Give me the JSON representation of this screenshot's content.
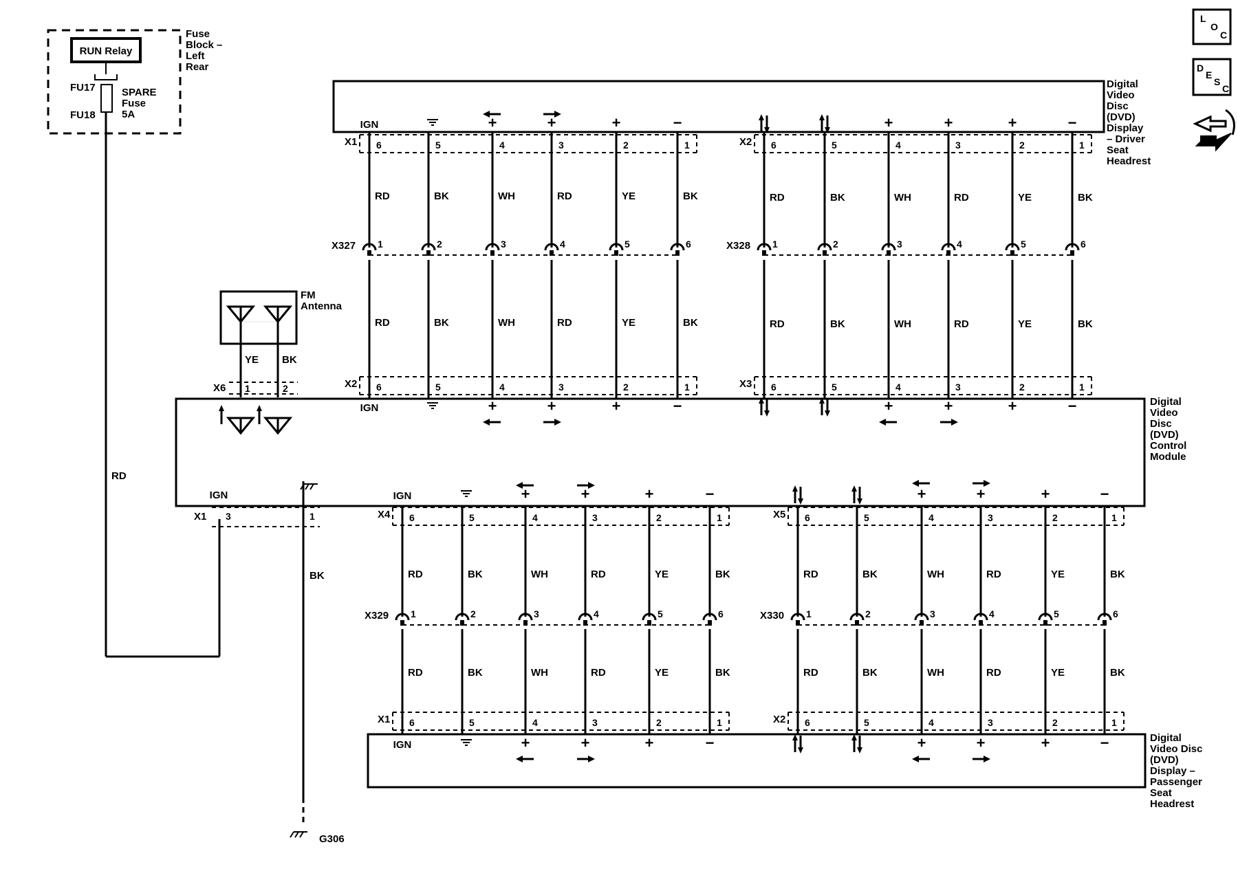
{
  "fuse_block": {
    "title": [
      "Fuse",
      "Block –",
      "Left",
      "Rear"
    ],
    "relay": "RUN Relay",
    "fu17": "FU17",
    "fu18": "FU18",
    "spare": [
      "SPARE",
      "Fuse",
      "5A"
    ]
  },
  "fm_antenna": {
    "title": [
      "FM",
      "Antenna"
    ]
  },
  "modules": {
    "driver_display": [
      "Digital",
      "Video",
      "Disc",
      "(DVD)",
      "Display",
      "– Driver",
      "Seat",
      "Headrest"
    ],
    "control_module": [
      "Digital",
      "Video",
      "Disc",
      "(DVD)",
      "Control",
      "Module"
    ],
    "passenger_display": [
      "Digital",
      "Video Disc",
      "(DVD)",
      "Display –",
      "Passenger",
      "Seat",
      "Headrest"
    ]
  },
  "terminal_symbols": [
    "IGN",
    "⏚",
    "+",
    "+",
    "+",
    "−"
  ],
  "connectors": {
    "top_x1": "X1",
    "top_x2": "X2",
    "x327": "X327",
    "x328": "X328",
    "cm_x2": "X2",
    "cm_x3": "X3",
    "cm_x6": "X6",
    "cm_x1": "X1",
    "cm_x4": "X4",
    "cm_x5": "X5",
    "x329": "X329",
    "x330": "X330",
    "bot_x1": "X1",
    "bot_x2": "X2"
  },
  "wires": {
    "group_a_colors": [
      "RD",
      "BK",
      "WH",
      "RD",
      "YE",
      "BK"
    ],
    "pins_desc": [
      "6",
      "5",
      "4",
      "3",
      "2",
      "1"
    ],
    "pins_asc": [
      "1",
      "2",
      "3",
      "4",
      "5",
      "6"
    ],
    "antenna_colors": [
      "YE",
      "BK"
    ],
    "antenna_pins": [
      "1",
      "2"
    ],
    "ign_wire_color": "RD",
    "ground_wire_color": "BK",
    "cm_x1_pins": [
      "3",
      "1"
    ]
  },
  "ground": "G306",
  "ign_label": "IGN",
  "nav_icons": [
    {
      "name": "loc-icon",
      "letters": [
        "L",
        "O",
        "C"
      ]
    },
    {
      "name": "desc-icon",
      "letters": [
        "D",
        "E",
        "S",
        "C"
      ]
    },
    {
      "name": "repair-icon"
    }
  ]
}
